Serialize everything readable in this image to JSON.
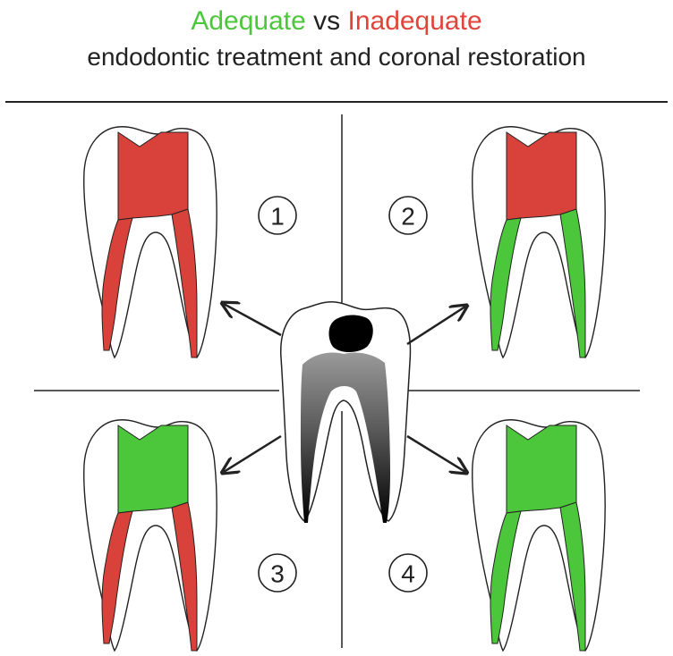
{
  "title": {
    "adequate": "Adequate",
    "vs": "vs",
    "inadequate": "Inadequate",
    "subtitle": "endodontic treatment and coronal restoration"
  },
  "colors": {
    "adequate": "#4cc63a",
    "inadequate": "#d8423a",
    "outline": "#222222"
  },
  "quadrants": [
    {
      "number": "1",
      "crown": "inadequate",
      "roots": "inadequate"
    },
    {
      "number": "2",
      "crown": "inadequate",
      "roots": "adequate"
    },
    {
      "number": "3",
      "crown": "adequate",
      "roots": "inadequate"
    },
    {
      "number": "4",
      "crown": "adequate",
      "roots": "adequate"
    }
  ],
  "center_tooth": {
    "icon": "untreated-tooth-with-caries-icon"
  }
}
